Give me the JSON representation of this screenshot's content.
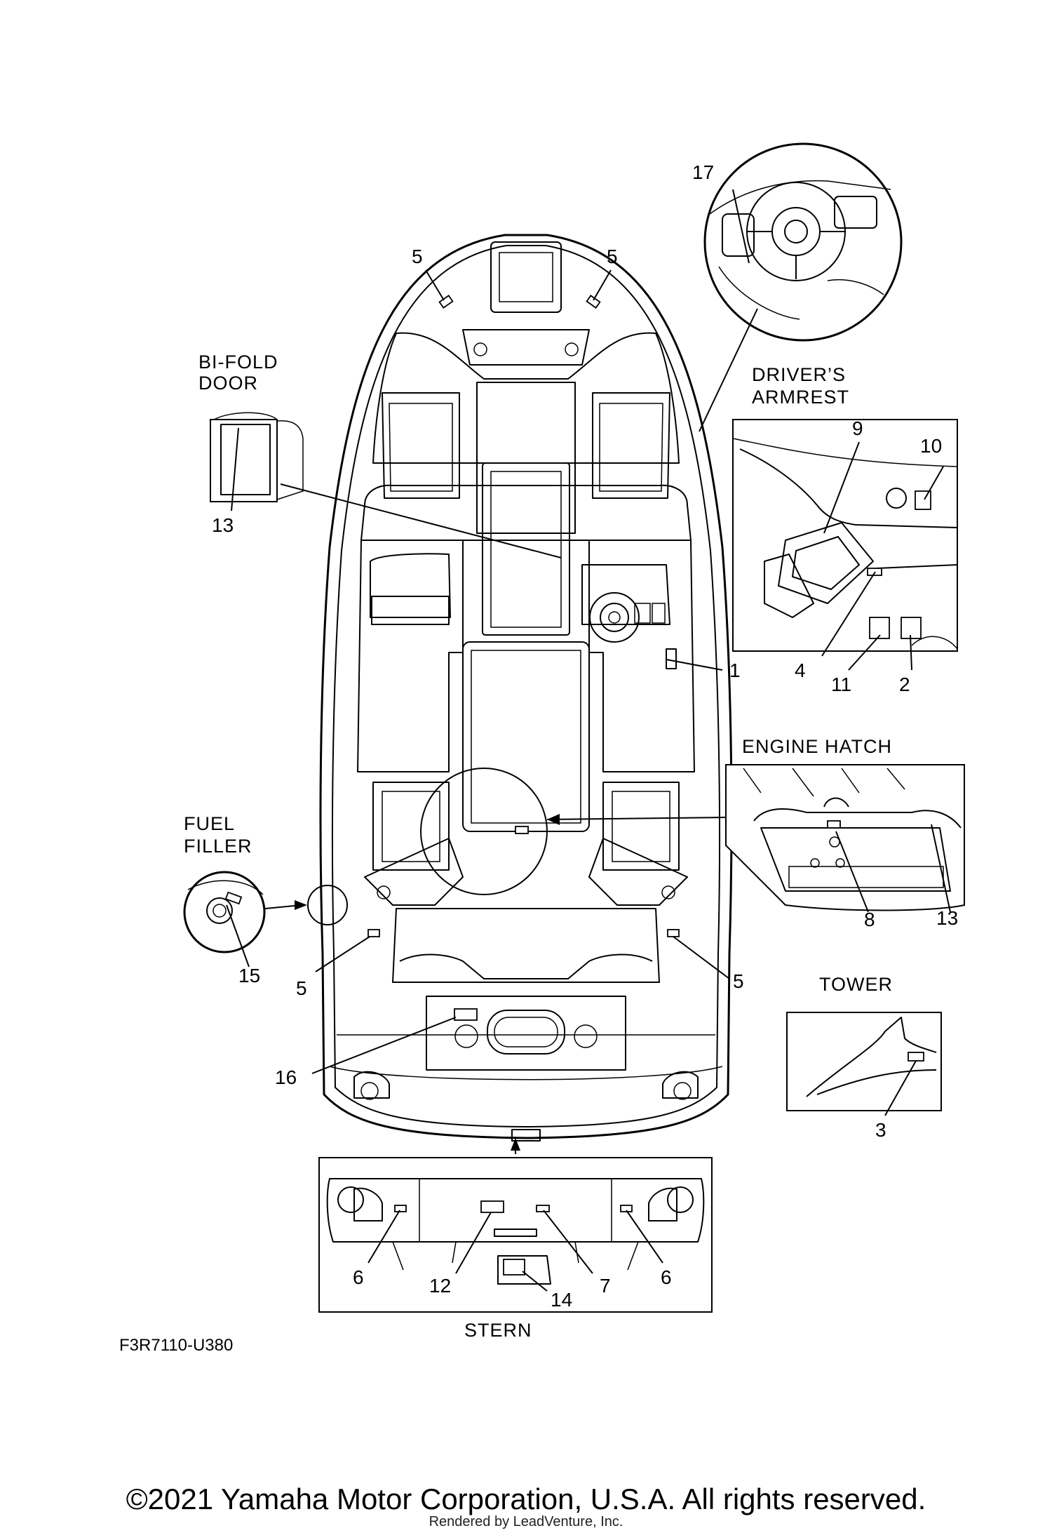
{
  "diagram": {
    "part_code": "F3R7110-U380",
    "insets": {
      "bifold_door": [
        "BI-FOLD",
        "DOOR"
      ],
      "drivers_armrest": [
        "DRIVER’S",
        "ARMREST"
      ],
      "engine_hatch": "ENGINE HATCH",
      "fuel_filler": [
        "FUEL",
        "FILLER"
      ],
      "tower": "TOWER",
      "stern": "STERN"
    },
    "callouts": {
      "c1": "1",
      "c2": "2",
      "c3": "3",
      "c4": "4",
      "c5a": "5",
      "c5b": "5",
      "c5c": "5",
      "c5d": "5",
      "c6a": "6",
      "c6b": "6",
      "c7": "7",
      "c8": "8",
      "c9": "9",
      "c10": "10",
      "c11": "11",
      "c12": "12",
      "c13a": "13",
      "c13b": "13",
      "c14": "14",
      "c15": "15",
      "c16": "16",
      "c17": "17"
    }
  },
  "footer": {
    "copyright": "©2021 Yamaha Motor Corporation, U.S.A. All rights reserved.",
    "rendered_by": "Rendered by LeadVenture, Inc."
  }
}
